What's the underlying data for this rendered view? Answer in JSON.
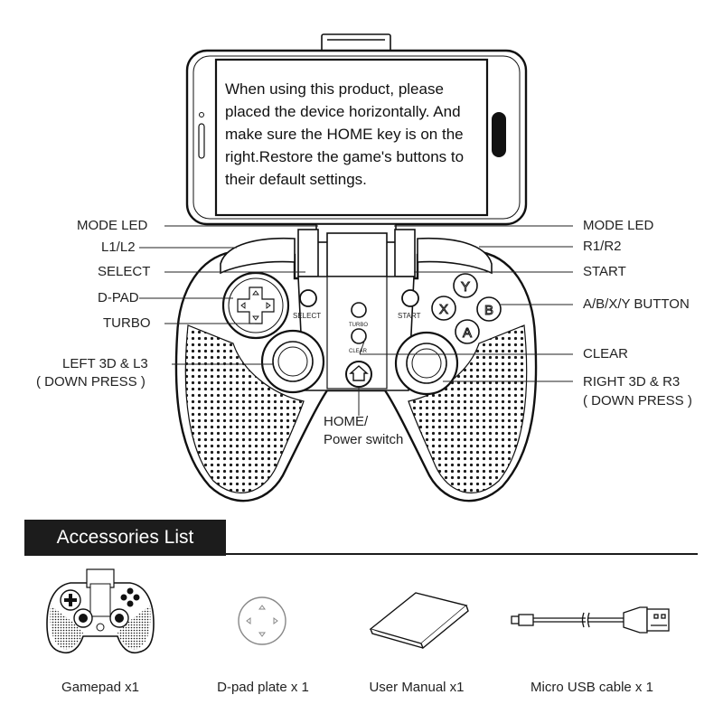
{
  "phone_screen_text": "When using this product, please placed the device horizontally. And make sure the HOME key is on the right.Restore the game's buttons to their default settings.",
  "left_labels": {
    "mode_led": "MODE LED",
    "l1_l2": "L1/L2",
    "select": "SELECT",
    "dpad": "D-PAD",
    "turbo": "TURBO",
    "left_3d_line1": "LEFT 3D & L3",
    "left_3d_line2": "( DOWN PRESS )"
  },
  "right_labels": {
    "mode_led": "MODE LED",
    "r1_r2": "R1/R2",
    "start": "START",
    "abxy": "A/B/X/Y BUTTON",
    "clear": "CLEAR",
    "right_3d_line1": "RIGHT 3D & R3",
    "right_3d_line2": "( DOWN PRESS )"
  },
  "home_label_line1": "HOME/",
  "home_label_line2": "Power switch",
  "device_small_labels": {
    "select": "SELECT",
    "start": "START",
    "turbo": "TURBO",
    "clear": "CLEAR",
    "btn_y": "Y",
    "btn_x": "X",
    "btn_b": "B",
    "btn_a": "A"
  },
  "accessories": {
    "title": "Accessories List",
    "items": [
      {
        "caption": "Gamepad x1",
        "icon": "gamepad-icon"
      },
      {
        "caption": "D-pad plate x 1",
        "icon": "dpad-plate-icon"
      },
      {
        "caption": "User Manual x1",
        "icon": "manual-icon"
      },
      {
        "caption": "Micro USB cable x 1",
        "icon": "usb-cable-icon"
      }
    ]
  }
}
